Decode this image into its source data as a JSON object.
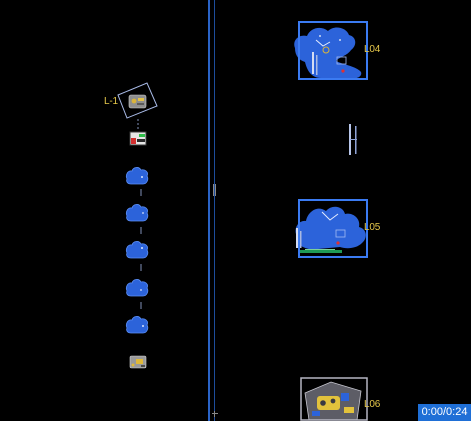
{
  "viewport": {
    "background": "#000000"
  },
  "colors": {
    "node_blue": "#2c63da",
    "frame_blue": "#3b7bf2",
    "label_yellow": "#e6c84a",
    "splitter_blue": "#2a64c8",
    "badge_blue": "#1f6fd6"
  },
  "node_graph": {
    "root": {
      "label": "L-1",
      "icon": "machine-icon"
    },
    "nodes": [
      {
        "icon": "toolbox-icon"
      },
      {
        "icon": "blob-node-icon"
      },
      {
        "icon": "blob-node-icon"
      },
      {
        "icon": "blob-node-icon"
      },
      {
        "icon": "blob-node-icon"
      },
      {
        "icon": "blob-node-icon"
      },
      {
        "icon": "machine-icon"
      }
    ]
  },
  "levels": [
    {
      "label": "L04",
      "icon": "level-thumbnail-icon"
    },
    {
      "label": "L05",
      "icon": "level-thumbnail-icon"
    },
    {
      "label": "L06",
      "icon": "level-thumbnail-icon"
    }
  ],
  "playback": {
    "time": "0:00/0:24"
  }
}
